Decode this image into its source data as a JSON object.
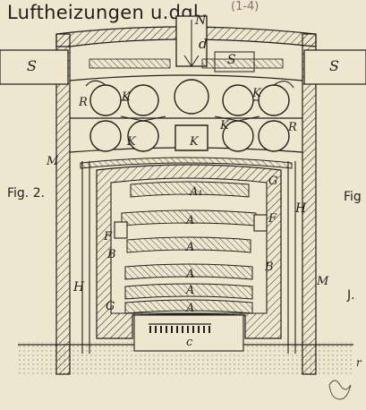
{
  "header": {
    "title": "Luftheizungen u.dgl.",
    "page_ref": "(1-4)"
  },
  "figure": {
    "caption": "Fig. 2.",
    "right_margin_caption": "Fig",
    "right_margin_letter": "J.",
    "right_margin_letter_2": "r",
    "labels": {
      "N": "N",
      "d": "d",
      "S1": "S",
      "S2": "S",
      "S3": "S",
      "R1": "R",
      "R2": "R",
      "K1": "K",
      "K2": "K",
      "K3": "K",
      "K4": "K",
      "K5": "K",
      "M1": "M",
      "M2": "M",
      "A1": "A₁",
      "A2": "A",
      "A3": "A",
      "A4": "A",
      "A5": "A",
      "A6": "A",
      "G1": "G",
      "G2": "G",
      "H1": "H",
      "H2": "H",
      "F1": "F",
      "F2": "F",
      "B1": "B",
      "B2": "B",
      "c": "c"
    }
  },
  "colors": {
    "paper": "#eee6cf",
    "ink": "#22201c",
    "annotation": "#8a6d78"
  }
}
